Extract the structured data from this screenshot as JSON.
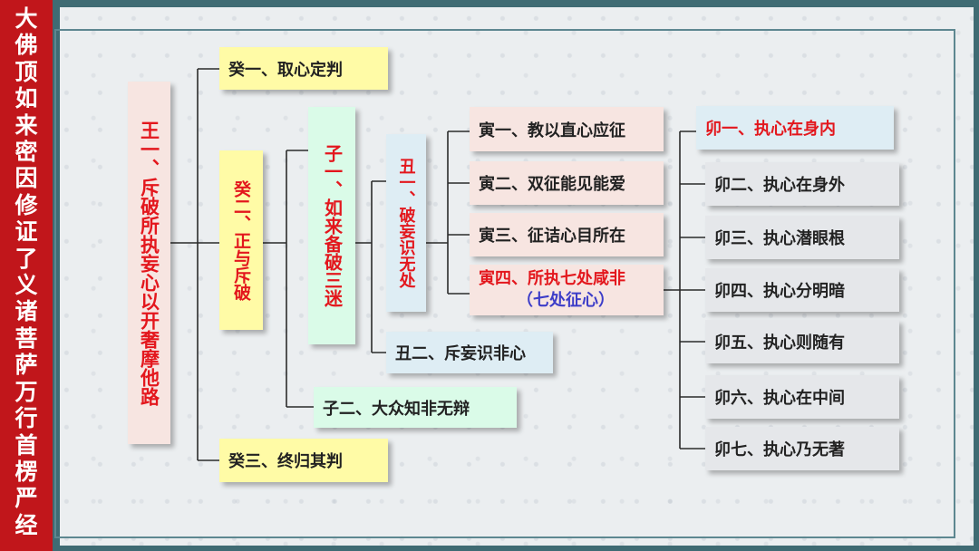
{
  "sidebar": {
    "title_chars": [
      "大",
      "佛",
      "顶",
      "如",
      "来",
      "密",
      "因",
      "修",
      "证",
      "了",
      "义",
      "诸",
      "菩",
      "萨",
      "万",
      "行",
      "首",
      "楞",
      "严",
      "经"
    ]
  },
  "nodes": {
    "ren1": "王一、斥破所执妄心以开奢摩他路",
    "gui1": "癸一、取心定判",
    "gui2": "癸二、正与斥破",
    "gui3": "癸三、终归其判",
    "zi1": "子一、如来备破三迷",
    "zi2": "子二、大众知非无辩",
    "chou1": "丑一、破妄识无处",
    "chou2": "丑二、斥妄识非心",
    "yin1": "寅一、教以直心应征",
    "yin2": "寅二、双征能见能爱",
    "yin3": "寅三、征诘心目所在",
    "yin4": "寅四、所执七处咸非",
    "yin4_note": "（七处征心）",
    "mao": [
      "卯一、执心在身内",
      "卯二、执心在身外",
      "卯三、执心潜眼根",
      "卯四、执心分明暗",
      "卯五、执心则随有",
      "卯六、执心在中间",
      "卯七、执心乃无著"
    ]
  },
  "colors": {
    "sidebar_bg": "#c1161b",
    "panel_bg": "#ebeef0",
    "frame": "#5d8790",
    "red_text": "#e3171d",
    "note_text": "#3d3dc8",
    "yellow_box": "#fffba6",
    "green_box": "#dafbe8",
    "rose_box": "#f7e5e1",
    "blue_box": "#deedf4"
  }
}
